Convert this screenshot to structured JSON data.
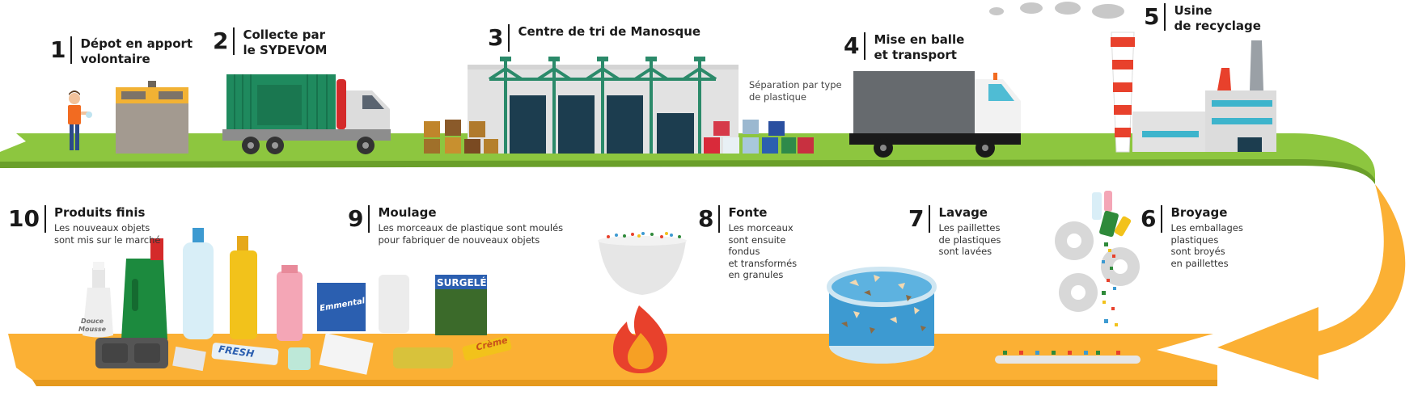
{
  "steps": [
    {
      "number": "1",
      "title": "Dépot en apport\nvolontaire",
      "description": ""
    },
    {
      "number": "2",
      "title": "Collecte par\nle SYDEVOM",
      "description": ""
    },
    {
      "number": "3",
      "title": "Centre de tri de Manosque",
      "description": ""
    },
    {
      "number": "4",
      "title": "Mise en balle\net transport",
      "description": ""
    },
    {
      "number": "5",
      "title": "Usine\nde recyclage",
      "description": ""
    },
    {
      "number": "6",
      "title": "Broyage",
      "description": "Les emballages\nplastiques\nsont broyés\nen paillettes"
    },
    {
      "number": "7",
      "title": "Lavage",
      "description": "Les paillettes\nde plastiques\nsont lavées"
    },
    {
      "number": "8",
      "title": "Fonte",
      "description": "Les morceaux\nsont ensuite\nfondus\net transformés\nen granules"
    },
    {
      "number": "9",
      "title": "Moulage",
      "description": "Les morceaux de plastique sont moulés\npour fabriquer de nouveaux objets"
    },
    {
      "number": "10",
      "title": "Produits finis",
      "description": "Les nouveaux objets\nsont mis sur le marché"
    }
  ],
  "sorting_note": "Séparation par type\nde plastique",
  "package_labels": {
    "fresh": "FRESH",
    "creme": "Crème",
    "surgeles": "SURGELÉS",
    "emmental": "Emmental",
    "douce": "Douce\nMousse"
  },
  "colors": {
    "top_track": "#8dc63f",
    "bottom_track": "#fbb034",
    "truck_green": "#1f8a5e",
    "building_gray": "#e2e2e2",
    "chimney_red": "#e8412c",
    "water_blue": "#3d9ad1"
  }
}
